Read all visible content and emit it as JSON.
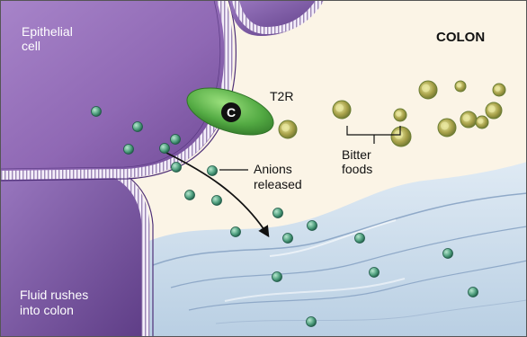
{
  "labels": {
    "epithelial_cell": [
      "Epithelial",
      "cell"
    ],
    "colon": "COLON",
    "receptor": "T2R",
    "receptor_symbol": "C",
    "anions": [
      "Anions",
      "released"
    ],
    "bitter_foods": [
      "Bitter",
      "foods"
    ],
    "fluid": [
      "Fluid rushes",
      "into colon"
    ]
  },
  "colors": {
    "background": "#fbf4e6",
    "cell_body": "#8f68b4",
    "cell_edge": "#4e2f78",
    "receptor": "#5bb04c",
    "anion": "#5aa887",
    "anion_edge": "#1f5a47",
    "bitter_food": "#b7a84b",
    "fluid": "#c9dcec",
    "frame": "#555555"
  },
  "icons": [
    "receptor-icon",
    "anion-particle-icon",
    "bitter-food-icon",
    "flow-arrow-icon"
  ]
}
